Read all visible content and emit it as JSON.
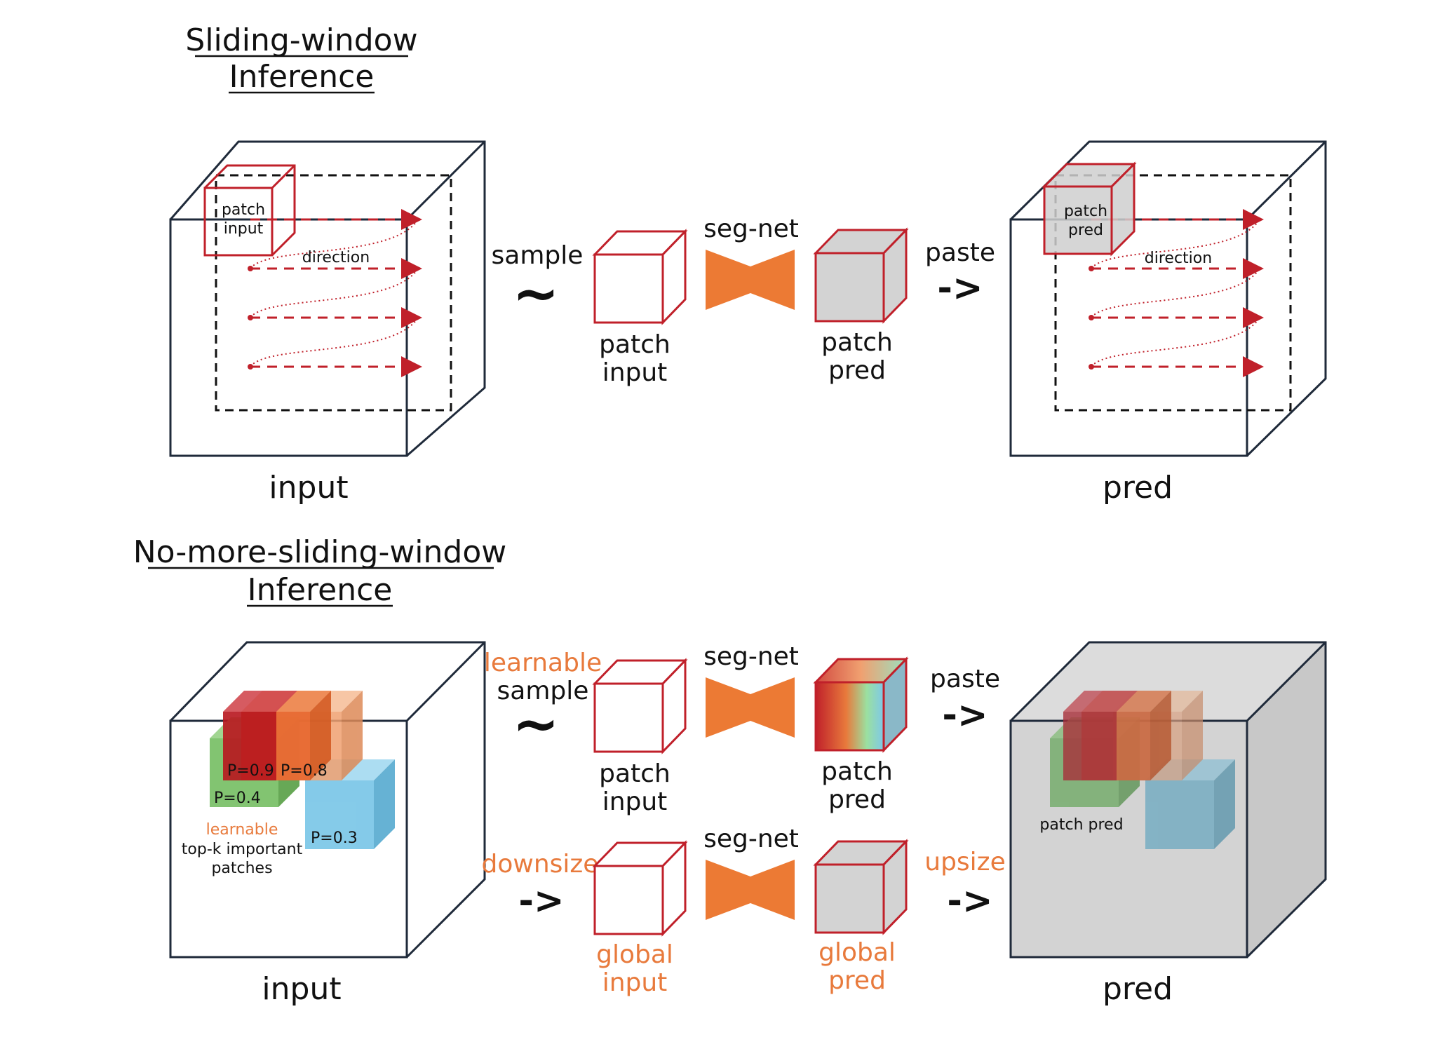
{
  "top": {
    "title_line1": "Sliding-window",
    "title_line2": "Inference",
    "input_label": "input",
    "pred_label": "pred",
    "patch_input_inner_line1": "patch",
    "patch_input_inner_line2": "input",
    "patch_pred_inner_line1": "patch",
    "patch_pred_inner_line2": "pred",
    "direction_label": "direction",
    "sample_label": "sample",
    "sample_symbol": "~",
    "segnet_label": "seg-net",
    "patch_input_line1": "patch",
    "patch_input_line2": "input",
    "patch_pred_line1": "patch",
    "patch_pred_line2": "pred",
    "paste_label": "paste",
    "paste_symbol": "->"
  },
  "bottom": {
    "title_line1": "No-more-sliding-window",
    "title_line2": "Inference",
    "input_label": "input",
    "pred_label": "pred",
    "p09": "P=0.9",
    "p08": "P=0.8",
    "p04": "P=0.4",
    "p03": "P=0.3",
    "learnable_small": "learnable",
    "topk_line1": "top-k important",
    "topk_line2": "patches",
    "learnable_label": "learnable",
    "sample_label": "sample",
    "sample_symbol": "~",
    "segnet_label_1": "seg-net",
    "segnet_label_2": "seg-net",
    "patch_input_line1": "patch",
    "patch_input_line2": "input",
    "patch_pred_line1": "patch",
    "patch_pred_line2": "pred",
    "paste_label": "paste",
    "paste_symbol": "->",
    "downsize_label": "downsize",
    "downsize_symbol": "->",
    "global_input_line1": "global",
    "global_input_line2": "input",
    "global_pred_line1": "global",
    "global_pred_line2": "pred",
    "upsize_label": "upsize",
    "upsize_symbol": "->",
    "pred_inner_label": "patch pred"
  },
  "colors": {
    "red": "#c0202a",
    "orange": "#e87a3c",
    "green": "#7cc16a",
    "blue": "#7ec8e8",
    "grey": "#d3d3d3",
    "navy": "#1f2a3a"
  }
}
